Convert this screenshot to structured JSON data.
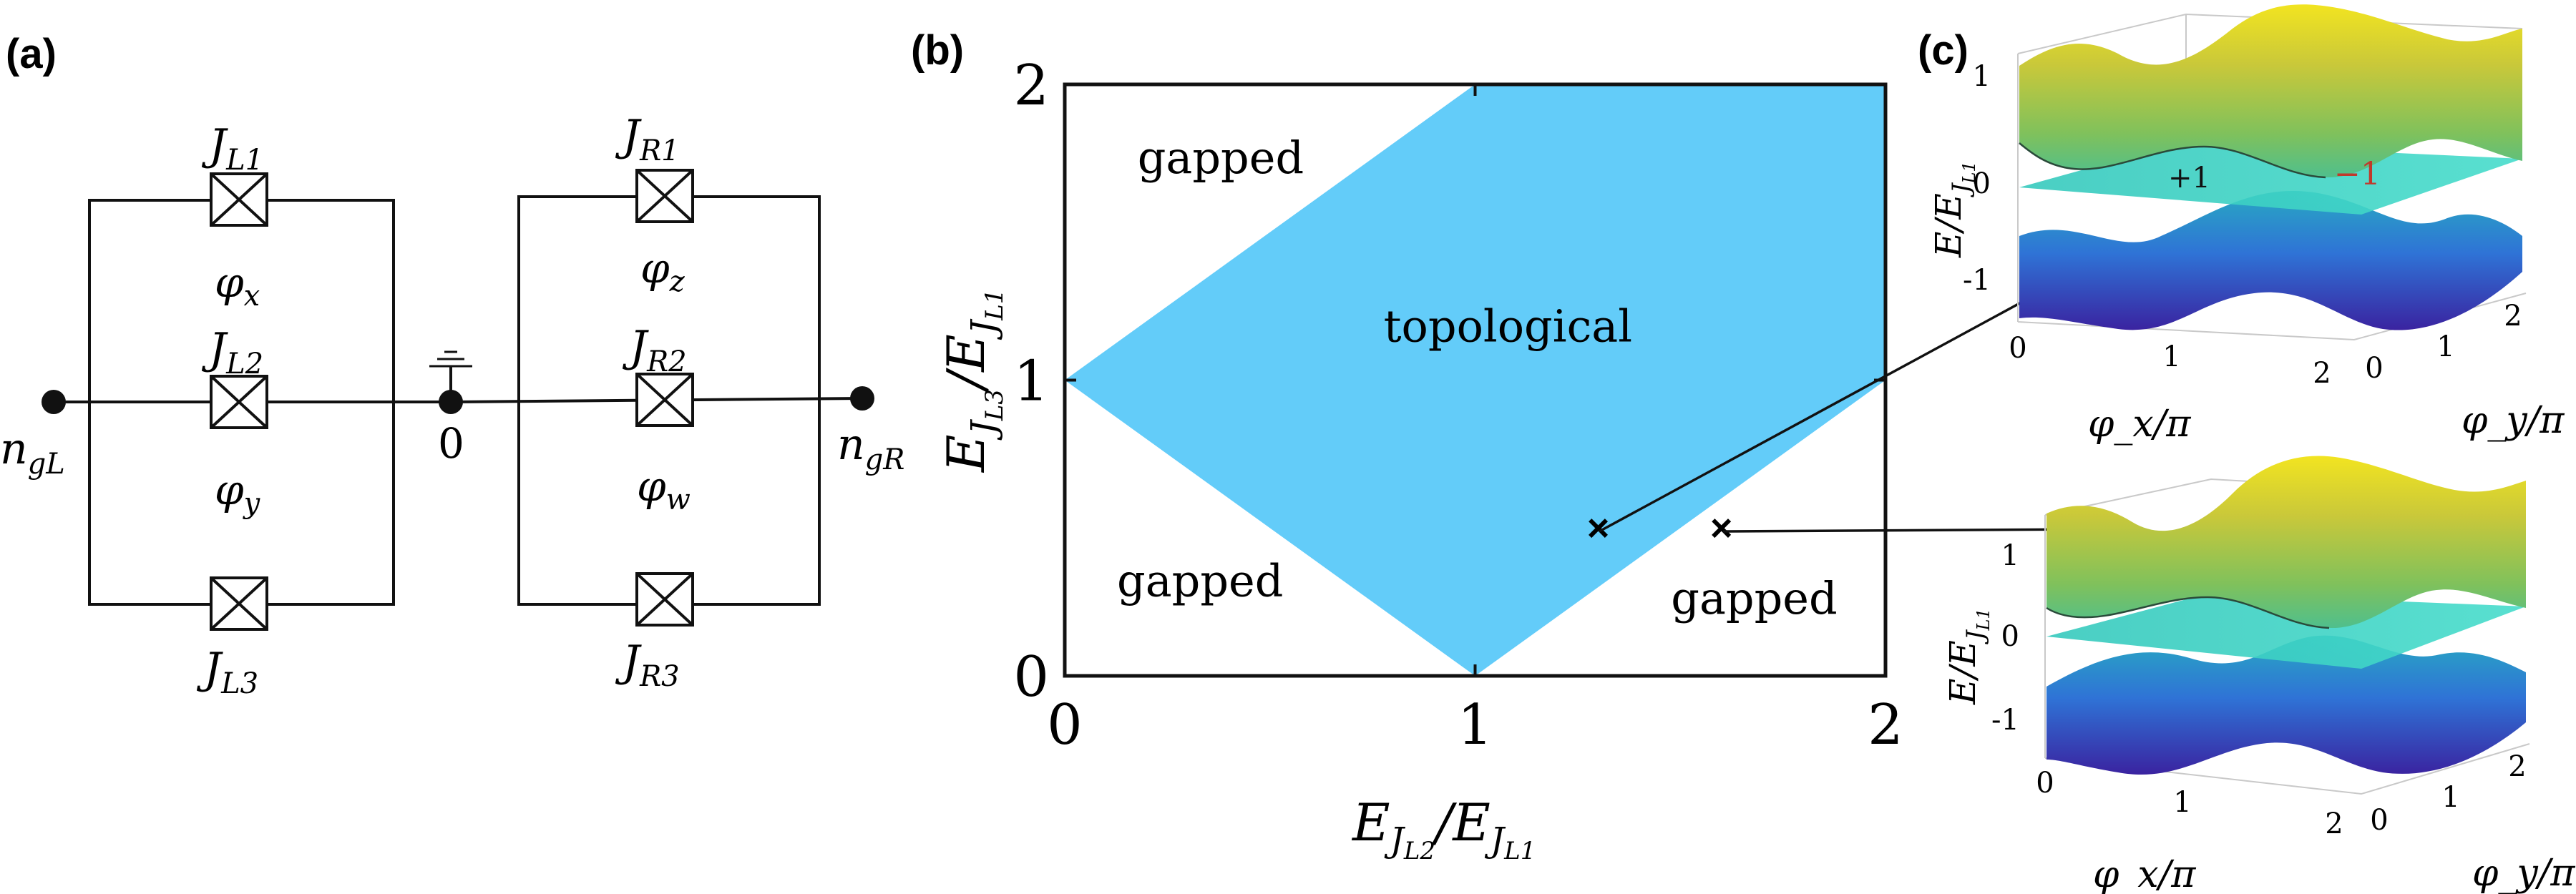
{
  "panel_labels": {
    "a": "(a)",
    "b": "(b)",
    "c": "(c)"
  },
  "circuit": {
    "left_junctions": [
      "J",
      "J",
      "J"
    ],
    "left_junction_subs": [
      "L1",
      "L2",
      "L3"
    ],
    "right_junctions": [
      "J",
      "J",
      "J"
    ],
    "right_junction_subs": [
      "R1",
      "R2",
      "R3"
    ],
    "left_phases": {
      "x": "φ",
      "x_sub": "x",
      "y": "φ",
      "y_sub": "y"
    },
    "right_phases": {
      "z": "φ",
      "z_sub": "z",
      "w": "φ",
      "w_sub": "w"
    },
    "left_node": {
      "main": "n",
      "sub": "gL"
    },
    "right_node": {
      "main": "n",
      "sub": "gR"
    },
    "ground_node": "0"
  },
  "chart_data": {
    "type": "area",
    "xlabel": "E_{J_{L2}}/E_{J_{L1}}",
    "ylabel": "E_{J_{L3}}/E_{J_{L1}}",
    "xlim": [
      0,
      2
    ],
    "ylim": [
      0,
      2
    ],
    "xticks": [
      "0",
      "1",
      "2"
    ],
    "yticks": [
      "0",
      "1",
      "2"
    ],
    "region_color": "#63ccf9",
    "topological_region": [
      [
        0,
        1
      ],
      [
        1,
        2
      ],
      [
        2,
        2
      ],
      [
        2,
        1
      ],
      [
        1,
        0
      ]
    ],
    "region_labels": [
      {
        "text": "gapped",
        "x": 0.38,
        "y": 1.7
      },
      {
        "text": "topological",
        "x": 1.08,
        "y": 1.13
      },
      {
        "text": "gapped",
        "x": 0.33,
        "y": 0.27
      },
      {
        "text": "gapped",
        "x": 1.68,
        "y": 0.21
      }
    ],
    "markers": [
      {
        "x": 1.3,
        "y": 0.5,
        "symbol": "×"
      },
      {
        "x": 1.6,
        "y": 0.5,
        "symbol": "×"
      }
    ]
  },
  "surfaces": {
    "zlabel": "E/E_{J_{L1}}",
    "xlabel": "φ_x/π",
    "ylabel": "φ_y/π",
    "zticks": [
      "1",
      "0",
      "-1"
    ],
    "xticks": [
      "0",
      "1",
      "2"
    ],
    "yticks": [
      "0",
      "1",
      "2"
    ],
    "chern_plus": "+1",
    "chern_minus": "−1",
    "chern_minus_color": "#c0392b",
    "flat_band_color": "#3fd6c6",
    "colormap": [
      "#3b2ba0",
      "#2f6ad8",
      "#27a3c5",
      "#4fc08e",
      "#b9c93a",
      "#f2e420"
    ]
  }
}
